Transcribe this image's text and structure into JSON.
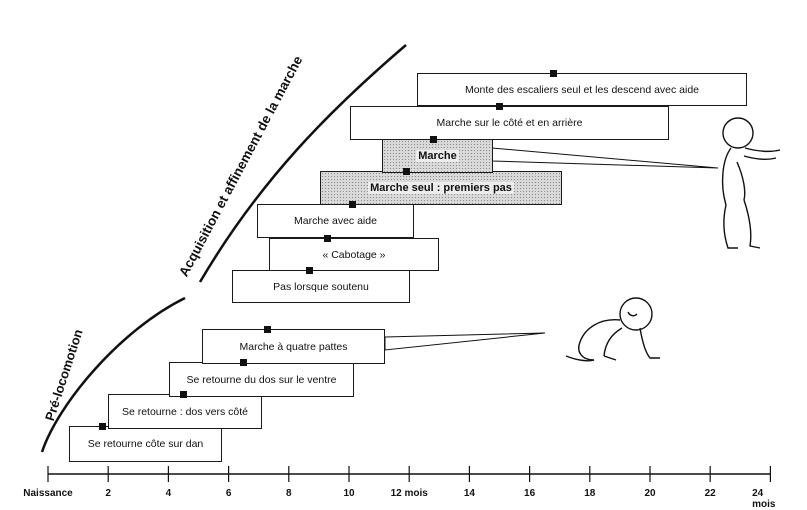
{
  "phases": [
    {
      "id": "pre",
      "label": "Pré-locomotion"
    },
    {
      "id": "acq",
      "label": "Acquisition et affinement de la marche"
    }
  ],
  "milestones": [
    {
      "label": "Se retourne  côte sur dan",
      "marker": 1.8,
      "shaded": false
    },
    {
      "label": "Se retourne : dos vers côté",
      "marker": 4.5,
      "shaded": false
    },
    {
      "label": "Se retourne   du dos sur le ventre",
      "marker": 6.5,
      "shaded": false
    },
    {
      "label": "Marche à quatre pattes",
      "marker": 7.3,
      "shaded": false
    },
    {
      "label": "Pas lorsque soutenu",
      "marker": 8.7,
      "shaded": false
    },
    {
      "label": "« Cabotage »",
      "marker": 9.3,
      "shaded": false
    },
    {
      "label": "Marche avec aide",
      "marker": 10.1,
      "shaded": false
    },
    {
      "label": "Marche seul : premiers pas",
      "marker": 11.9,
      "shaded": true
    },
    {
      "label": "Marche",
      "marker": 12.8,
      "shaded": true
    },
    {
      "label": "Marche sur le côté et en arrière",
      "marker": 15.0,
      "shaded": false
    },
    {
      "label": "Monte des escaliers seul et les descend avec aide",
      "marker": 16.8,
      "shaded": false
    }
  ],
  "axis": {
    "tick_labels": [
      "Naissance",
      "2",
      "4",
      "6",
      "8",
      "10",
      "12 mois",
      "14",
      "16",
      "18",
      "20",
      "22",
      "24 mois"
    ],
    "tick_values": [
      0,
      2,
      4,
      6,
      8,
      10,
      12,
      14,
      16,
      18,
      20,
      22,
      24
    ]
  }
}
